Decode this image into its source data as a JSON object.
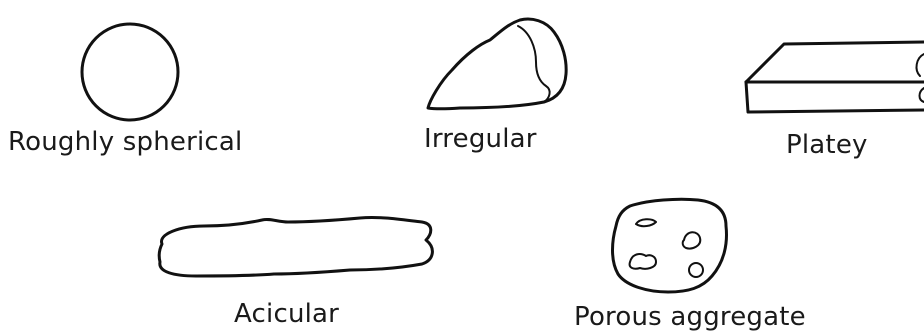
{
  "shapes": [
    {
      "id": "spherical",
      "label": "Roughly spherical",
      "icon": "circle-shape-icon"
    },
    {
      "id": "irregular",
      "label": "Irregular",
      "icon": "irregular-particle-icon"
    },
    {
      "id": "platey",
      "label": "Platey",
      "icon": "plate-particle-icon"
    },
    {
      "id": "acicular",
      "label": "Acicular",
      "icon": "needle-particle-icon"
    },
    {
      "id": "porous",
      "label": "Porous aggregate",
      "icon": "porous-aggregate-icon"
    }
  ],
  "colors": {
    "stroke": "#111111",
    "text": "#1a1a1a",
    "background": "#ffffff"
  }
}
